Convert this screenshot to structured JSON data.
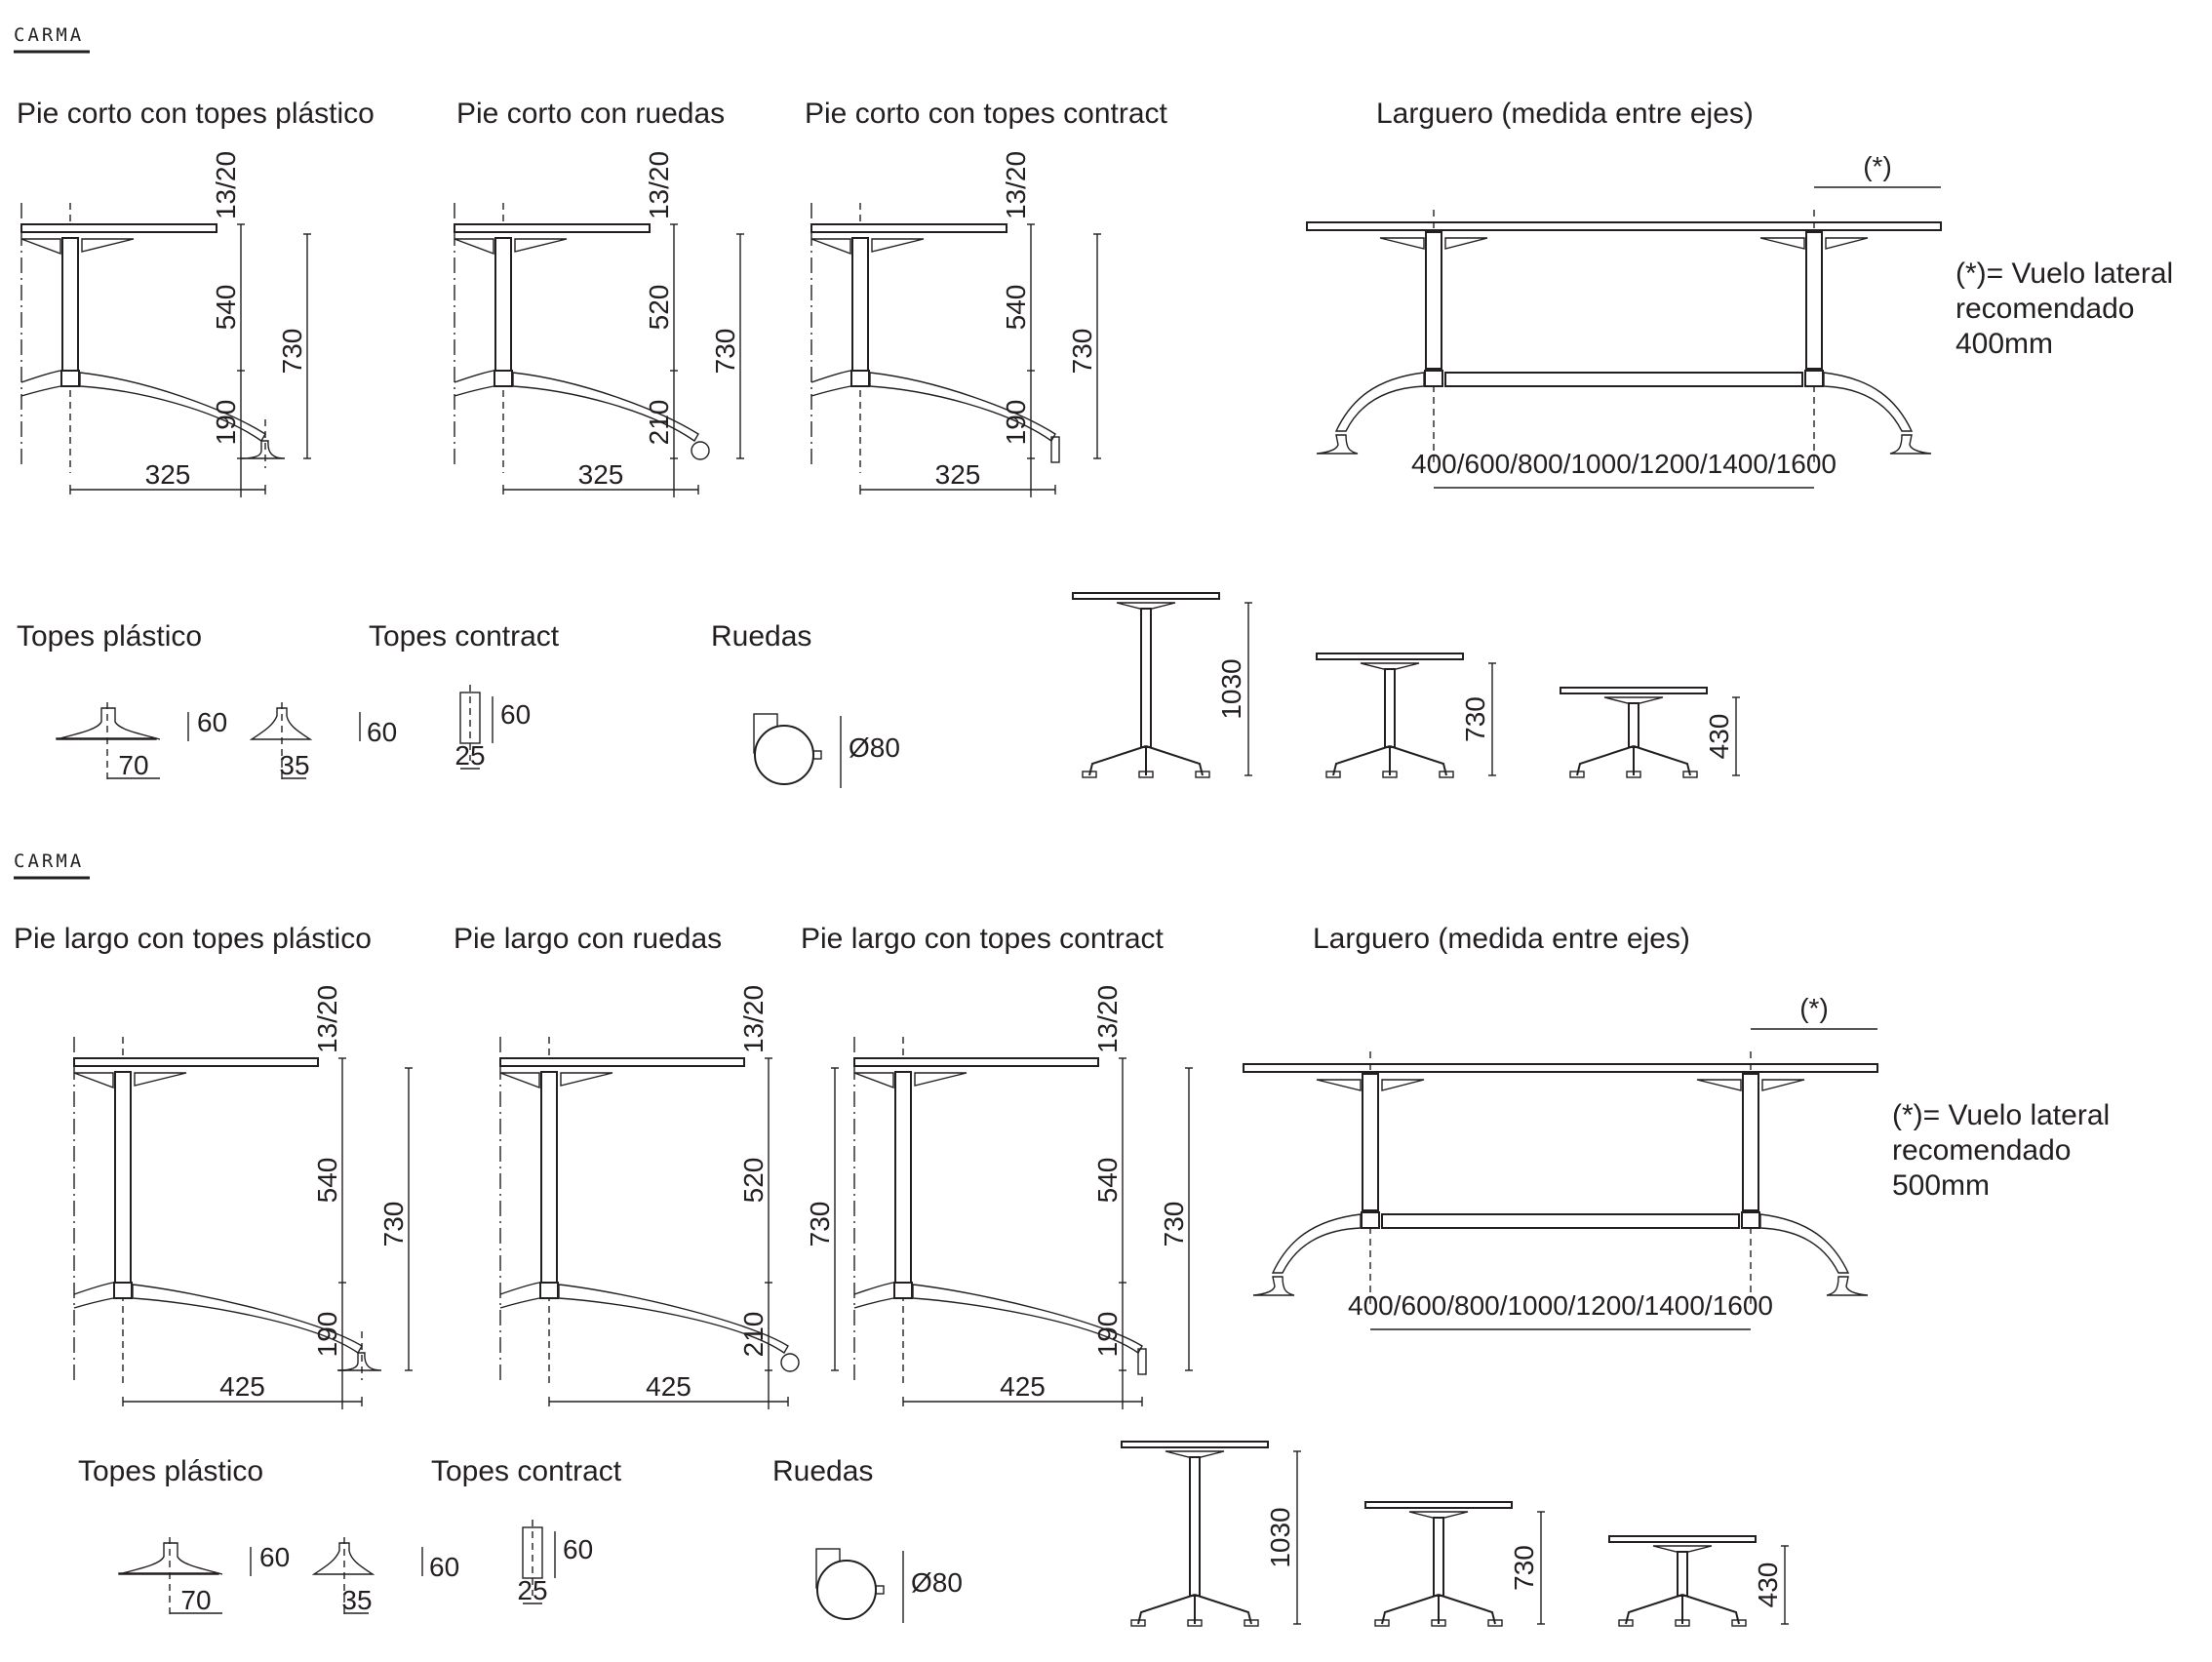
{
  "sections": [
    {
      "brand": "CARMA",
      "leg_views": [
        {
          "title": "Pie corto con topes plástico",
          "top_dim": "13/20",
          "upper_dim": "540",
          "lower_dim": "190",
          "total_dim": "730",
          "width_dim": "325",
          "foot": "plastic"
        },
        {
          "title": "Pie corto con ruedas",
          "top_dim": "13/20",
          "upper_dim": "520",
          "lower_dim": "210",
          "total_dim": "730",
          "width_dim": "325",
          "foot": "wheel"
        },
        {
          "title": "Pie corto con topes contract",
          "top_dim": "13/20",
          "upper_dim": "540",
          "lower_dim": "190",
          "total_dim": "730",
          "width_dim": "325",
          "foot": "contract"
        }
      ],
      "larguero": {
        "title": "Larguero (medida entre ejes)",
        "overhang_mark": "(*)",
        "note_lines": [
          "(*)= Vuelo lateral",
          "recomendado",
          "400mm"
        ],
        "span_dim": "400/600/800/1000/1200/1400/1600"
      },
      "parts": [
        {
          "title": "Topes plástico",
          "items": [
            {
              "height": "60",
              "width": "70"
            },
            {
              "height": "60",
              "width": "35"
            }
          ]
        },
        {
          "title": "Topes contract",
          "items": [
            {
              "height": "60",
              "width": "25"
            }
          ]
        },
        {
          "title": "Ruedas",
          "items": [
            {
              "diameter": "Ø80"
            }
          ]
        }
      ],
      "heights": [
        "1030",
        "730",
        "430"
      ]
    },
    {
      "brand": "CARMA",
      "leg_views": [
        {
          "title": "Pie largo con topes plástico",
          "top_dim": "13/20",
          "upper_dim": "540",
          "lower_dim": "190",
          "total_dim": "730",
          "width_dim": "425",
          "foot": "plastic"
        },
        {
          "title": "Pie largo con ruedas",
          "top_dim": "13/20",
          "upper_dim": "520",
          "lower_dim": "210",
          "total_dim": "730",
          "width_dim": "425",
          "foot": "wheel"
        },
        {
          "title": "Pie largo con topes contract",
          "top_dim": "13/20",
          "upper_dim": "540",
          "lower_dim": "190",
          "total_dim": "730",
          "width_dim": "425",
          "foot": "contract"
        }
      ],
      "larguero": {
        "title": "Larguero (medida entre ejes)",
        "overhang_mark": "(*)",
        "note_lines": [
          "(*)= Vuelo lateral",
          "recomendado",
          "500mm"
        ],
        "span_dim": "400/600/800/1000/1200/1400/1600"
      },
      "parts": [
        {
          "title": "Topes plástico",
          "items": [
            {
              "height": "60",
              "width": "70"
            },
            {
              "height": "60",
              "width": "35"
            }
          ]
        },
        {
          "title": "Topes contract",
          "items": [
            {
              "height": "60",
              "width": "25"
            }
          ]
        },
        {
          "title": "Ruedas",
          "items": [
            {
              "diameter": "Ø80"
            }
          ]
        }
      ],
      "heights": [
        "1030",
        "730",
        "430"
      ]
    }
  ]
}
